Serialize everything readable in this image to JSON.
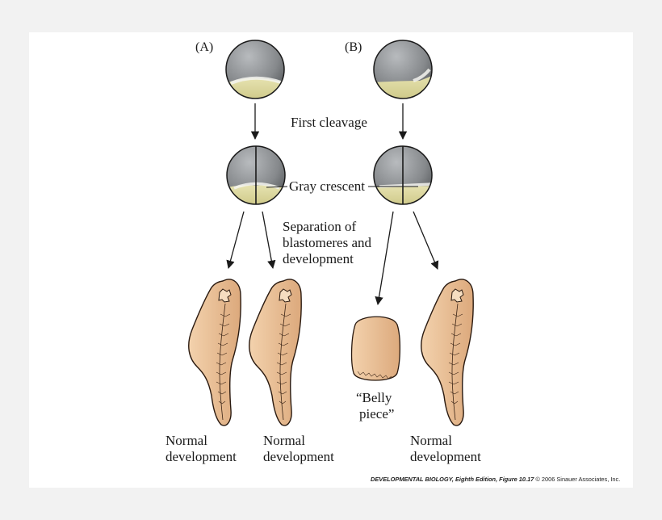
{
  "panels": {
    "a": "(A)",
    "b": "(B)"
  },
  "labels": {
    "first_cleavage": "First cleavage",
    "gray_crescent": "Gray crescent",
    "separation_lines": [
      "Separation of",
      "blastomeres and",
      "development"
    ]
  },
  "outcomes": {
    "a_left": [
      "Normal",
      "development"
    ],
    "a_right": [
      "Normal",
      "development"
    ],
    "b_left": [
      "“Belly",
      "piece”"
    ],
    "b_right": [
      "Normal",
      "development"
    ]
  },
  "credit": {
    "citation": "DEVELOPMENTAL BIOLOGY, Eighth Edition, Figure 10.17",
    "copyright": "© 2006 Sinauer Associates, Inc."
  },
  "colors": {
    "background": "#f2f2f2",
    "panel": "#ffffff",
    "animal_pole": "#8a8d90",
    "vegetal_pole": "#d8d49a",
    "embryo": "#e8bf94",
    "ink": "#1a1a1a"
  }
}
